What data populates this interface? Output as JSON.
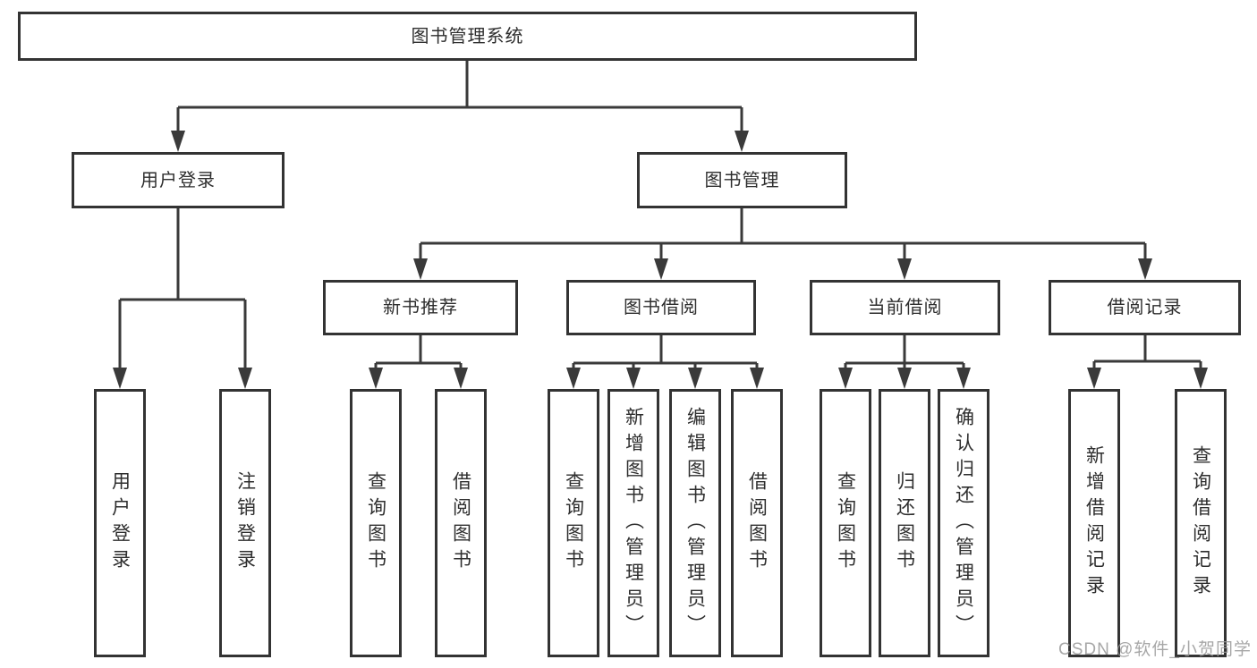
{
  "diagram": {
    "title": "图书管理系统",
    "root": {
      "label": "图书管理系统"
    },
    "level2": [
      {
        "label": "用户登录"
      },
      {
        "label": "图书管理"
      }
    ],
    "level3": [
      {
        "label": "新书推荐"
      },
      {
        "label": "图书借阅"
      },
      {
        "label": "当前借阅"
      },
      {
        "label": "借阅记录"
      }
    ],
    "leaves": {
      "user_login": [
        "用户登录",
        "注销登录"
      ],
      "new_book": [
        "查询图书",
        "借阅图书"
      ],
      "book_borrow": [
        "查询图书",
        "新增图书（管理员）",
        "编辑图书（管理员）",
        "借阅图书"
      ],
      "current_borrow": [
        "查询图书",
        "归还图书",
        "确认归还（管理员）"
      ],
      "borrow_record": [
        "新增借阅记录",
        "查询借阅记录"
      ]
    },
    "colors": {
      "line": "#3a3a3a",
      "box_border": "#333333",
      "text": "#2e2e2e",
      "background": "#ffffff",
      "watermark": "#989898"
    }
  },
  "watermark": {
    "text": "CSDN @软件_小贺同学"
  }
}
